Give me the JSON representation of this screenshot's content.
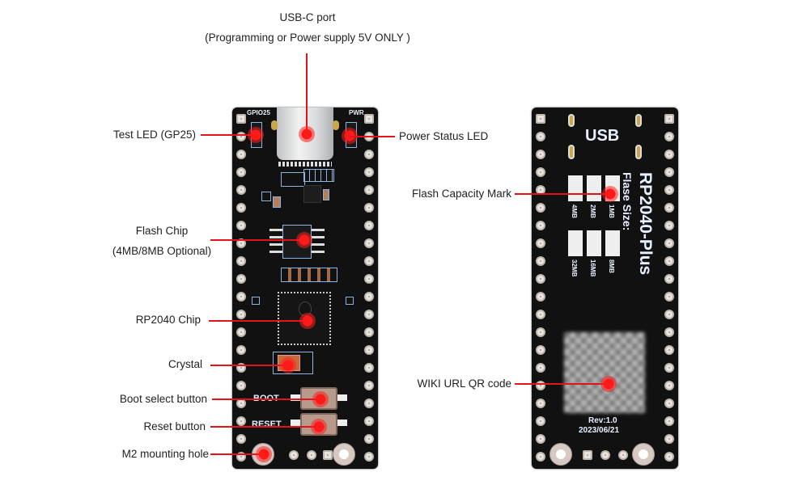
{
  "title": {
    "line1": "USB-C port",
    "line2": "(Programming or Power supply 5V ONLY )"
  },
  "front_labels": {
    "test_led": "Test LED (GP25)",
    "flash_chip": "Flash Chip",
    "flash_chip_note": "(4MB/8MB Optional)",
    "rp2040_chip": "RP2040 Chip",
    "crystal": "Crystal",
    "boot_button": "Boot select button",
    "reset_button": "Reset button",
    "mounting_hole": "M2 mounting hole",
    "power_led": "Power Status LED"
  },
  "back_labels": {
    "flash_capacity": "Flash Capacity Mark",
    "qr_code": "WIKI URL QR code"
  },
  "front_silkscreen": {
    "gpio_led": "GPIO25",
    "pwr_led": "PWR",
    "boot": "BOOT",
    "reset": "RESET"
  },
  "back_silkscreen": {
    "usb": "USB",
    "product": "RP2040-Plus",
    "flash_size": "Flase Size:",
    "capacities_row1": [
      "4MB",
      "2MB",
      "1MB"
    ],
    "capacities_row2": [
      "32MB",
      "16MB",
      "8MB"
    ],
    "rev": "Rev:1.0",
    "date": "2023/06/21"
  },
  "colors": {
    "callout": "#e4131b",
    "pcb": "#111111",
    "silkscreen": "#e8f0ff"
  }
}
